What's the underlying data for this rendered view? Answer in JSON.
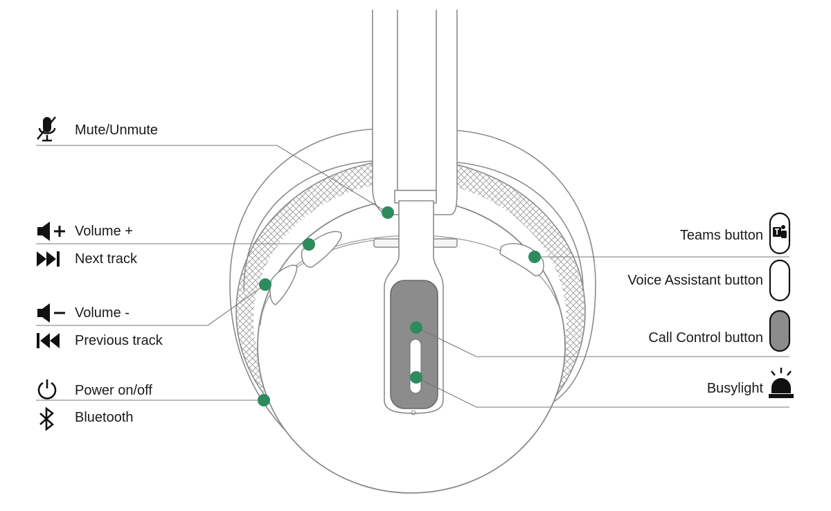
{
  "left_controls": [
    {
      "id": "mute",
      "label": "Mute/Unmute",
      "icon": "mute-mic-icon"
    },
    {
      "id": "volume-up",
      "label": "Volume +",
      "icon": "volume-up-icon"
    },
    {
      "id": "next-track",
      "label": "Next track",
      "icon": "next-track-icon"
    },
    {
      "id": "volume-down",
      "label": "Volume -",
      "icon": "volume-down-icon"
    },
    {
      "id": "previous-track",
      "label": "Previous track",
      "icon": "previous-track-icon"
    },
    {
      "id": "power",
      "label": "Power on/off",
      "icon": "power-icon"
    },
    {
      "id": "bluetooth",
      "label": "Bluetooth",
      "icon": "bluetooth-icon"
    }
  ],
  "right_controls": [
    {
      "id": "teams",
      "label": "Teams button",
      "icon": "teams-button-icon"
    },
    {
      "id": "voice-assistant",
      "label": "Voice Assistant button",
      "icon": "voice-assistant-button-icon"
    },
    {
      "id": "call-control",
      "label": "Call Control button",
      "icon": "call-control-button-icon"
    },
    {
      "id": "busylight",
      "label": "Busylight",
      "icon": "busylight-icon"
    }
  ],
  "colors": {
    "marker": "#2e8b5e",
    "outline": "#8a8a8a",
    "leader_line": "#777777",
    "boom_fill": "#8c8c8c",
    "icon": "#111111"
  }
}
